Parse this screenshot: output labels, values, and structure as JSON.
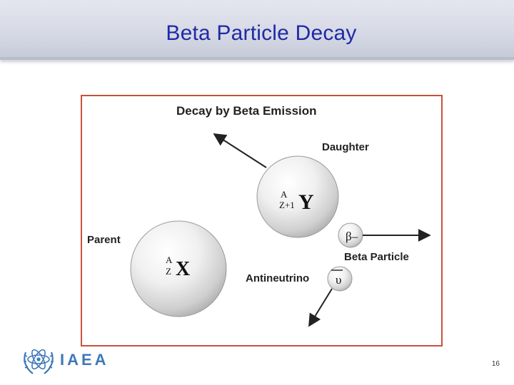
{
  "slide": {
    "title": "Beta Particle Decay",
    "page_number": "16"
  },
  "diagram": {
    "heading": "Decay by Beta Emission",
    "labels": {
      "daughter": "Daughter",
      "parent": "Parent",
      "beta_particle": "Beta Particle",
      "antineutrino": "Antineutrino"
    },
    "parent_nucleus": {
      "mass_number": "A",
      "atomic_number": "Z",
      "symbol": "X"
    },
    "daughter_nucleus": {
      "mass_number": "A",
      "atomic_number": "Z+1",
      "symbol": "Y"
    },
    "beta_symbol": "β–",
    "antineutrino_symbol": "υ"
  },
  "footer": {
    "logo_text": "IAEA",
    "logo_icon": "iaea-atom-logo-icon"
  },
  "colors": {
    "title": "#1f2aa6",
    "frame_border": "#c8513a",
    "logo": "#3e79b8"
  }
}
